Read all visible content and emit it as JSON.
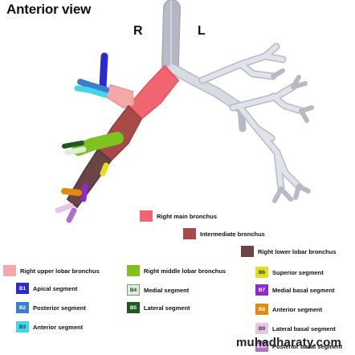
{
  "title": "Anterior view",
  "side_right": "R",
  "side_left": "L",
  "colors": {
    "trachea": "#c9ccd6",
    "right_main": "#f06570",
    "intermediate": "#a84a48",
    "right_lower_lobar": "#6b4444",
    "right_upper_lobar": "#f4a8a8",
    "right_middle_lobar": "#7dc21e",
    "medial": "#dcefdc",
    "lateral": "#1e5a1e",
    "apical": "#2a2ad0",
    "posterior": "#3a7ed0",
    "anterior": "#40d8e8",
    "superior": "#e0e020",
    "medial_basal": "#8a2ad0",
    "anterior_basal": "#e08a10",
    "lateral_basal": "#e6c6e6",
    "posterior_basal": "#b070c8"
  },
  "legend": [
    {
      "code": "",
      "label": "Right main bronchus",
      "color": "#f06570"
    },
    {
      "code": "",
      "label": "Intermediate bronchus",
      "color": "#a84a48"
    },
    {
      "code": "",
      "label": "Right lower lobar bronchus",
      "color": "#6b4444"
    },
    {
      "code": "",
      "label": "Right upper lobar bronchus",
      "color": "#f4a8a8"
    },
    {
      "code": "B1",
      "label": "Apical segment",
      "color": "#2a2ad0"
    },
    {
      "code": "B2",
      "label": "Posterior segment",
      "color": "#3a7ed0"
    },
    {
      "code": "B3",
      "label": "Anterior segment",
      "color": "#40d8e8"
    },
    {
      "code": "",
      "label": "Right middle lobar bronchus",
      "color": "#7dc21e"
    },
    {
      "code": "B4",
      "label": "Medial segment",
      "color": "#dcefdc"
    },
    {
      "code": "B5",
      "label": "Lateral segment",
      "color": "#1e5a1e"
    },
    {
      "code": "B6",
      "label": "Superior segment",
      "color": "#e0e020"
    },
    {
      "code": "B7",
      "label": "Medial basal segment",
      "color": "#8a2ad0"
    },
    {
      "code": "B8",
      "label": "Anterior segment",
      "color": "#e08a10"
    },
    {
      "code": "B9",
      "label": "Lateral basal segment",
      "color": "#e6c6e6"
    },
    {
      "code": "B10",
      "label": "Posterior basal segment",
      "color": "#b070c8"
    }
  ],
  "watermark": "muhadharaty.com"
}
